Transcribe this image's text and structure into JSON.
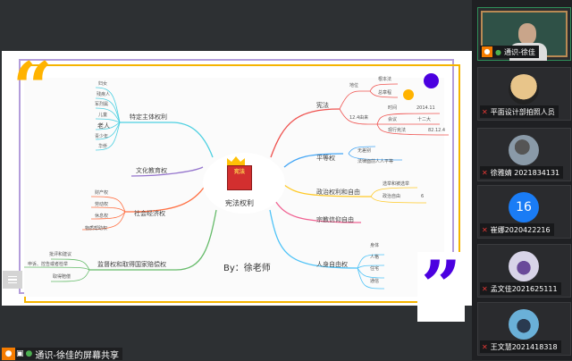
{
  "share_bar": {
    "label": "通识-徐佳的屏幕共享",
    "icons": [
      "person-icon",
      "screen-share-icon",
      "microphone-icon"
    ]
  },
  "slide": {
    "colors": {
      "quote_open": "#ffb300",
      "quote_close": "#4b00e0",
      "frame_purple": "#b39ddb",
      "frame_yellow": "#f5b400"
    },
    "quote_open": "“",
    "quote_close": "”",
    "byline": "By：徐老师",
    "mindmap": {
      "center": "宪法权利",
      "book_label": "宪法",
      "left_branches": [
        {
          "label": "特定主体权利",
          "color": "#4dd0e1",
          "children": [
            "妇女",
            "残疾人",
            "军烈属",
            "儿童",
            "老人",
            "青少年",
            "华侨"
          ]
        },
        {
          "label": "文化教育权",
          "color": "#9575cd",
          "children": []
        },
        {
          "label": "社会经济权",
          "color": "#ff7043",
          "children": [
            "财产权",
            "劳动权",
            "休息权",
            "物质帮助权"
          ]
        },
        {
          "label": "监督权和取得国家赔偿权",
          "color": "#66bb6a",
          "children": [
            "批评和建议",
            "申诉、控告或者检举",
            "取得赔偿"
          ]
        }
      ],
      "right_branches": [
        {
          "label": "宪法",
          "color": "#ef5350",
          "children": [
            {
              "label": "地位",
              "children": [
                "根本法",
                "总章程"
              ]
            },
            {
              "label": "12.4由来",
              "children": [
                {
                  "label": "时间",
                  "value": "2014.11"
                },
                {
                  "label": "会议",
                  "value": "十二大"
                },
                {
                  "label": "现行宪法",
                  "value": "82.12.4"
                }
              ]
            }
          ]
        },
        {
          "label": "平等权",
          "color": "#42a5f5",
          "children": [
            "无差别",
            "法律面前人人平等"
          ]
        },
        {
          "label": "政治权利和自由",
          "color": "#ffca28",
          "children": [
            {
              "label": "选举和被选举"
            },
            {
              "label": "政治自由",
              "value": "6"
            }
          ]
        },
        {
          "label": "宗教信仰自由",
          "color": "#f06292",
          "children": []
        },
        {
          "label": "人身自由权",
          "color": "#4fc3f7",
          "children": [
            "身体",
            "人格",
            "住宅",
            "通信"
          ]
        }
      ]
    }
  },
  "participants": [
    {
      "name": "通识-徐佳",
      "type": "video",
      "mic": "on",
      "active": true
    },
    {
      "name": "平面设计部拍照人员",
      "type": "avatar",
      "mic": "muted"
    },
    {
      "name": "徐雅婧 2021834131",
      "type": "avatar",
      "mic": "muted"
    },
    {
      "name": "崔娜2020422216",
      "type": "number",
      "avatar_text": "16",
      "avatar_color": "#1a7cf5",
      "mic": "muted"
    },
    {
      "name": "孟文佳2021625111",
      "type": "avatar",
      "mic": "muted"
    },
    {
      "name": "王文慧2021418318",
      "type": "avatar",
      "mic": "muted"
    }
  ]
}
